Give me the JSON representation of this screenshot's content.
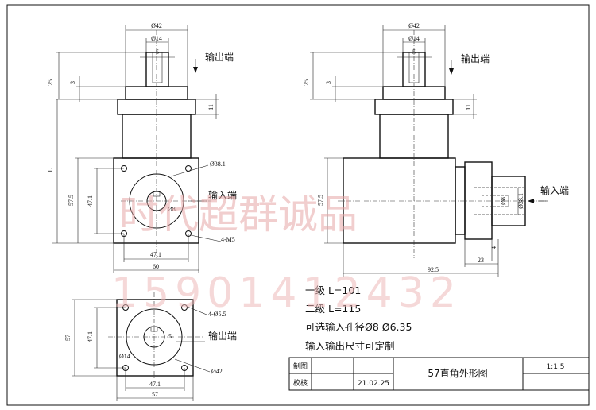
{
  "watermark": {
    "company": "时代超群诚品",
    "phone": "15901412432"
  },
  "front_view": {
    "dim_output_dia": "Ø42",
    "dim_shaft_dia": "Ø14",
    "dim_key_width": "5",
    "label_output": "输出端",
    "dim_shaft_len": "25",
    "dim_shoulder": "3",
    "dim_flange": "11",
    "dim_total": "L",
    "dim_input_bore": "Ø38.1",
    "dim_bore_small": "Ø8",
    "label_input": "输入端",
    "dim_height": "57.5",
    "dim_hole_spacing": "47.1",
    "dim_thread": "4-M5",
    "dim_hole_spacing_h": "47.1",
    "dim_width": "60"
  },
  "side_view": {
    "dim_output_dia": "Ø42",
    "dim_shaft_dia": "Ø14",
    "dim_key_width": "5",
    "label_output": "输出端",
    "dim_shaft_len": "25",
    "dim_shoulder": "3",
    "dim_flange": "11",
    "dim_height": "57.5",
    "dim_bore_small": "Ø8",
    "dim_input_bore": "Ø38.1",
    "label_input": "输入端",
    "dim_4": "4",
    "dim_23": "23",
    "dim_925": "92.5"
  },
  "bottom_view": {
    "dim_holes": "4-Ø5.5",
    "dim_hole_spacing_v": "47.1",
    "dim_size_v": "57",
    "label_output": "输出端",
    "dim_key": "5",
    "dim_shaft_dia": "Ø14",
    "dim_output_dia": "Ø42",
    "dim_hole_spacing_h": "47.1",
    "dim_size_h": "57"
  },
  "notes": [
    "一级 L=101",
    "二级 L=115",
    "可选输入孔径Ø8  Ø6.35",
    "输入输出尺寸可定制"
  ],
  "title_block": {
    "made_by": "制图",
    "checked_by": "校核",
    "date": "21.02.25",
    "title": "57直角外形图",
    "scale": "1:1.5"
  }
}
